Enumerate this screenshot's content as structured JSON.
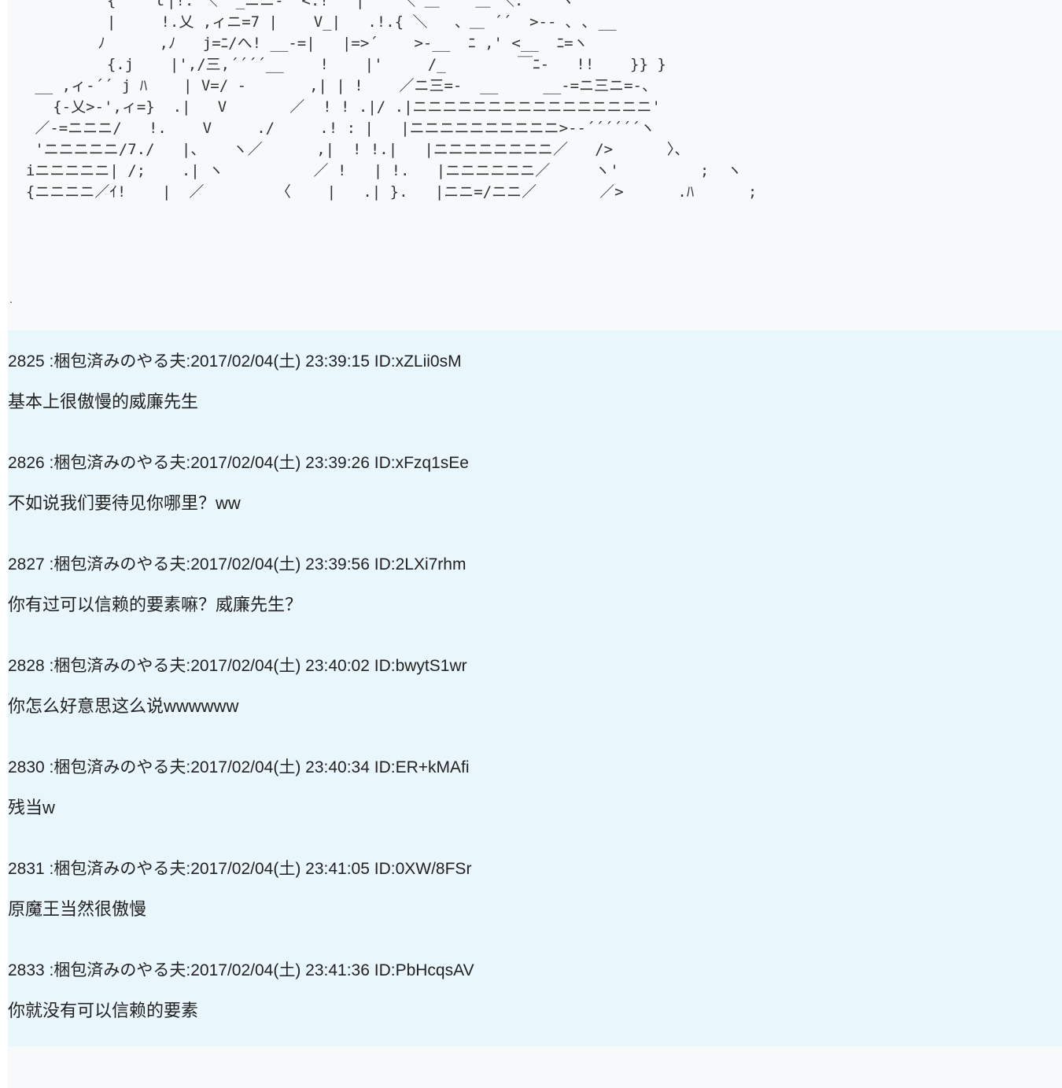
{
  "ascii_art": {
    "lines": [
      "           {    ｌ|!. ＼  _ニニ-  <.!   |    ＼ ＿    ＿ ＼.    ヽ",
      "           |     !.乂 ,ィニ=7 |    V_|   .!.{ ＼   、＿ ´´  >‐- ､ ､ __",
      "          ﾉ      ,ﾉ   j=ﾆ/へ! __-=|   |=>´    >‐__  ﾆ ,' <__  ﾆ=ヽ",
      "           {.j    |',/三,´´´´__    !    |'     /_        ￣ﾆ-   !!    }} }",
      "   __ ,ィ-´´ j ﾊ    | V=/ -       ,| | !    ／ニ三=-  __     __-=ニ三ニ=-、",
      "     {-乂>-',ィ=}  .|   V       ／  ! ! .|/ .|ニニニニニニニニニニニニニニニニ'",
      "   ／-=ニニニ/   !.    V     ./     .! : |   |ニニニニニニニニニニ>--´´´´´´ヽ",
      "   'ニニニニニ/7./   |、   ヽ／      ,|  ! !.|   |ニニニニニニニニ／   />      〉、",
      "  iニニニニニ| /;    .| ヽ          ／ !   | !.   |ニニニニニニ／     ヽ'         ;  ヽ",
      "  {ニニニニ／ｲ!    |  ／        〈    |   .| }.   |ニニ=/ニニ／       ／>      .ﾊ      ;"
    ],
    "trailing_dot": "."
  },
  "posts": [
    {
      "number": "2825",
      "name": "梱包済みのやる夫",
      "date": "2017/02/04(土) 23:39:15",
      "id": "ID:xZLii0sM",
      "body": "基本上很傲慢的威廉先生"
    },
    {
      "number": "2826",
      "name": "梱包済みのやる夫",
      "date": "2017/02/04(土) 23:39:26",
      "id": "ID:xFzq1sEe",
      "body": "不如说我们要待见你哪里？ww"
    },
    {
      "number": "2827",
      "name": "梱包済みのやる夫",
      "date": "2017/02/04(土) 23:39:56",
      "id": "ID:2LXi7rhm",
      "body": "你有过可以信赖的要素嘛？威廉先生？"
    },
    {
      "number": "2828",
      "name": "梱包済みのやる夫",
      "date": "2017/02/04(土) 23:40:02",
      "id": "ID:bwytS1wr",
      "body": "你怎么好意思这么说wwwwww"
    },
    {
      "number": "2830",
      "name": "梱包済みのやる夫",
      "date": "2017/02/04(土) 23:40:34",
      "id": "ID:ER+kMAfi",
      "body": "残当w"
    },
    {
      "number": "2831",
      "name": "梱包済みのやる夫",
      "date": "2017/02/04(土) 23:41:05",
      "id": "ID:0XW/8FSr",
      "body": "原魔王当然很傲慢"
    },
    {
      "number": "2833",
      "name": "梱包済みのやる夫",
      "date": "2017/02/04(土) 23:41:36",
      "id": "ID:PbHcqsAV",
      "body": "你就没有可以信赖的要素"
    }
  ],
  "colors": {
    "page_bg": "#f7f9fa",
    "comments_bg": "#e9f6fc",
    "text": "#222222"
  }
}
